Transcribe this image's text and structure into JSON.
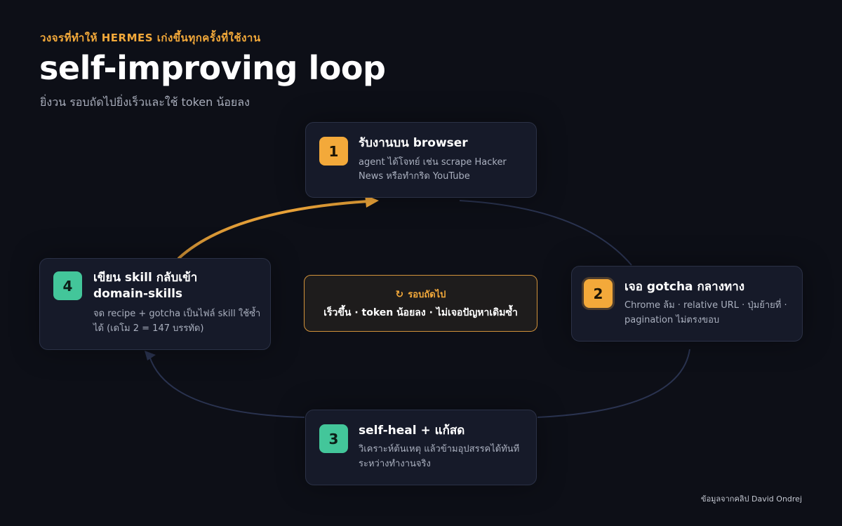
{
  "header": {
    "eyebrow": "วงจรที่ทำให้ HERMES เก่งขึ้นทุกครั้งที่ใช้งาน",
    "title": "self-improving loop",
    "subtitle": "ยิ่งวน รอบถัดไปยิ่งเร็วและใช้ token น้อยลง"
  },
  "steps": [
    {
      "number": "1",
      "title": "รับงานบน browser",
      "desc_line1": "agent ได้โจทย์ เช่น scrape Hacker",
      "desc_line2": "News หรือทำกริด YouTube",
      "badge_color": "#f3a93a"
    },
    {
      "number": "2",
      "title": "เจอ gotcha กลางทาง",
      "desc_line1": "Chrome ล้ม · relative URL · ปุ่มย้ายที่ ·",
      "desc_line2": "pagination ไม่ตรงขอบ",
      "badge_color": "#f3a93a"
    },
    {
      "number": "3",
      "title": "self-heal + แก้สด",
      "desc_line1": "วิเคราะห์ต้นเหตุ แล้วข้ามอุปสรรคได้ทันที",
      "desc_line2": "ระหว่างทำงานจริง",
      "badge_color": "#43c69a"
    },
    {
      "number": "4",
      "title_line1": "เขียน skill กลับเข้า",
      "title_line2": "domain-skills",
      "desc_line1": "จด recipe + gotcha เป็นไฟล์ skill ใช้ซ้ำ",
      "desc_line2": "ได้ (เดโม 2 = 147 บรรทัด)",
      "badge_color": "#43c69a"
    }
  ],
  "center": {
    "icon": "loop-arrow-icon",
    "label": "รอบถัดไป",
    "text": "เร็วขึ้น · token น้อยลง · ไม่เจอปัญหาเดิมซ้ำ"
  },
  "credit": "ข้อมูลจากคลิป David Ondrej",
  "colors": {
    "accent": "#f3a93a",
    "green": "#43c69a",
    "card_bg": "#161a29",
    "connector": "#2a3350"
  }
}
